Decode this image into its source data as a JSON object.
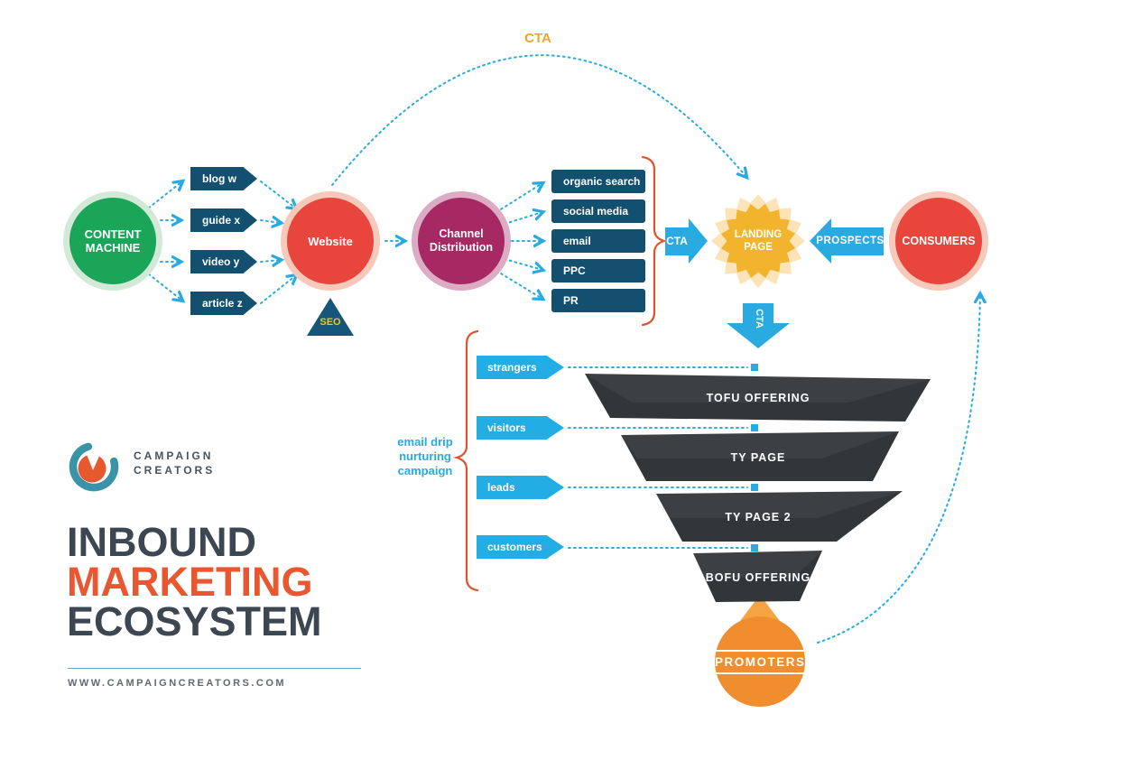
{
  "nodes": {
    "content_machine": "CONTENT MACHINE",
    "website": "Website",
    "seo": "SEO",
    "channel_distribution": "Channel Distribution",
    "landing_page": "LANDING PAGE",
    "consumers": "CONSUMERS",
    "promoters": "PROMOTERS"
  },
  "content_tags": [
    "blog w",
    "guide x",
    "video y",
    "article z"
  ],
  "channel_tags": [
    "organic search",
    "social media",
    "email",
    "PPC",
    "PR"
  ],
  "labels": {
    "cta_arc": "CTA",
    "cta_arrow": "CTA",
    "cta_down": "CTA",
    "prospects": "PROSPECTS"
  },
  "funnel": {
    "stages": [
      "TOFU OFFERING",
      "TY PAGE",
      "TY PAGE 2",
      "BOFU OFFERING"
    ],
    "audiences": [
      "strangers",
      "visitors",
      "leads",
      "customers"
    ]
  },
  "email_drip": [
    "email drip",
    "nurturing",
    "campaign"
  ],
  "branding": {
    "logo_top": "CAMPAIGN",
    "logo_bottom": "CREATORS",
    "title_line1": "INBOUND",
    "title_line2": "MARKETING",
    "title_line3": "ECOSYSTEM",
    "url": "WWW.CAMPAIGNCREATORS.COM"
  },
  "colors": {
    "green": "#1ba558",
    "red": "#e8453c",
    "magenta": "#a62963",
    "navy": "#13506f",
    "blue": "#29abe2",
    "gold": "#f2b42c",
    "cream": "#fce4b8",
    "funnel_dark": "#333639",
    "orange_brand": "#e8572f",
    "orange_drop": "#ef8d2f",
    "title_dark": "#3d4751"
  }
}
